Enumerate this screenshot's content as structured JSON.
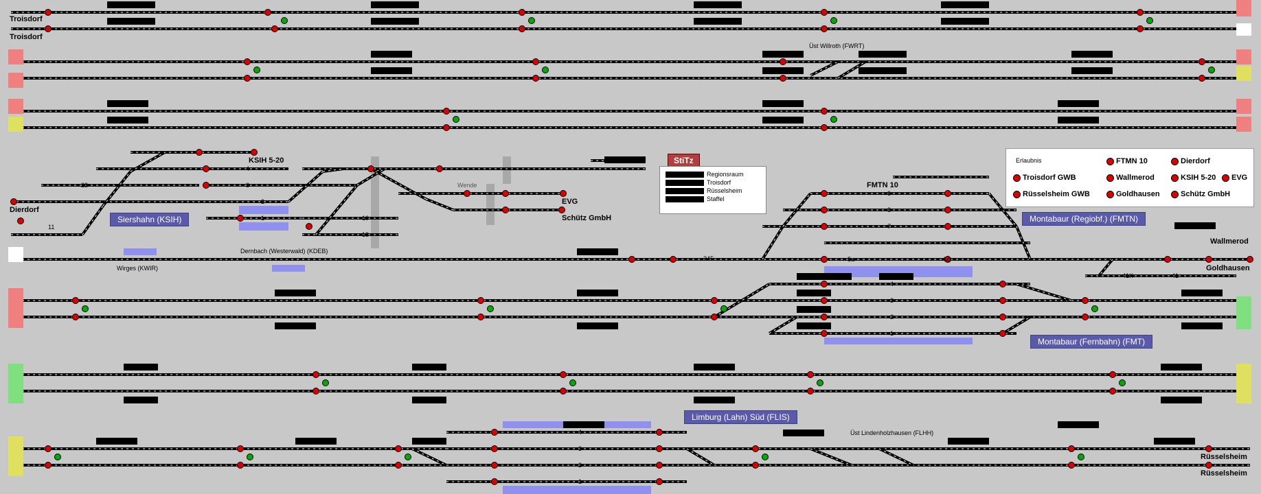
{
  "stations_left": [
    {
      "name": "Troisdorf",
      "row": 0
    },
    {
      "name": "Troisdorf",
      "row": 1
    },
    {
      "name": "Dierdorf",
      "row": 2
    }
  ],
  "stations_right": [
    {
      "name": "Wallmerod"
    },
    {
      "name": "Goldhausen"
    },
    {
      "name": "Rüsselsheim"
    },
    {
      "name": "Rüsselsheim"
    }
  ],
  "area_labels": {
    "siershahn": "Siershahn (KSIH)",
    "montabaur_regio": "Montabaur (Regiobf.) (FMTN)",
    "montabaur_fern": "Montabaur (Fernbahn) (FMT)",
    "limburg": "Limburg (Lahn) Süd  (FLIS)",
    "ksih": "KSIH 5-20",
    "fmtn": "FMTN 10",
    "evg": "EVG",
    "schuetz": "Schütz GmbH",
    "willroth": "Üst Willroth (FWRT)",
    "dernbach": "Dernbach (Westerwald) (KDEB)",
    "wirges": "Wirges (KWIR)",
    "lindenholzhausen": "Üst Lindenholzhausen (FLHH)",
    "wende": "Wende"
  },
  "track_numbers": {
    "t23": "23",
    "t11": "11",
    "t4": "4",
    "t3": "3",
    "t2": "2",
    "t1": "1",
    "t19": "19",
    "t18": "18",
    "t245": "245",
    "t41k": "41K",
    "t41": "41",
    "f9": "9",
    "f8": "8",
    "f7": "7",
    "f5a": "5a",
    "f5b": "5b",
    "m4": "4",
    "m3": "3",
    "m2": "2",
    "m1": "1",
    "l4": "4",
    "l3": "3",
    "l2": "2",
    "l1": "1"
  },
  "stitz": {
    "title": "StiTz",
    "items": [
      "Regionsraum",
      "Troisdorf",
      "Rüsselsheim",
      "Staffel"
    ]
  },
  "permission": {
    "title": "Erlaubnis",
    "items": [
      "FTMN 10",
      "Dierdorf",
      "Troisdorf GWB",
      "Wallmerod",
      "KSIH 5-20",
      "EVG",
      "Rüsselsheim GWB",
      "Goldhausen",
      "Schütz GmbH"
    ]
  },
  "colors": {
    "background": "#c8c8c8",
    "track": "#000000",
    "signal_red": "#dd0000",
    "signal_green": "#00aa00",
    "area_blue": "#9090ee",
    "station_label": "#5a5aaa",
    "end_red": "#f08080",
    "end_green": "#80e080",
    "end_yellow": "#e0e060"
  }
}
